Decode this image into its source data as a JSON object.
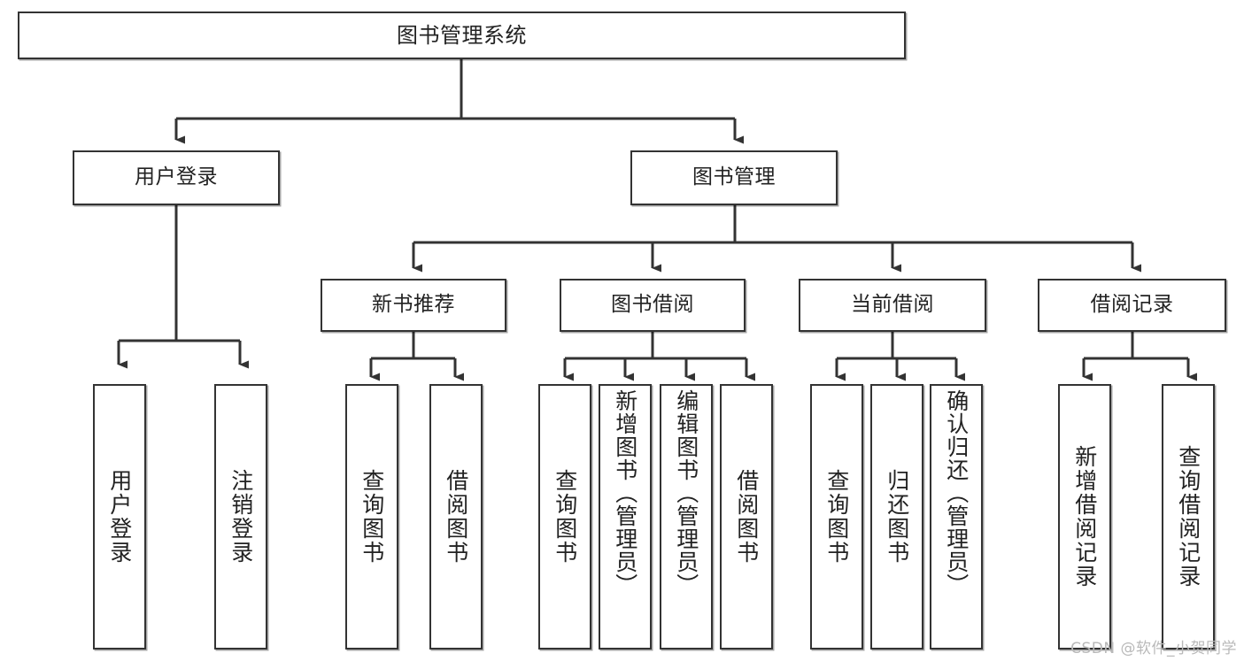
{
  "diagram": {
    "title": "图书管理系统",
    "type": "tree-hierarchy",
    "watermark": "CSDN @软件_小贺同学",
    "edge_color": "#333333",
    "node_border_color": "#333333",
    "node_fill_color": "#ffffff",
    "text_color": "#222222"
  },
  "nodes": {
    "root": {
      "label": "图书管理系统"
    },
    "level2": [
      {
        "label": "用户登录"
      },
      {
        "label": "图书管理"
      }
    ],
    "level3": [
      {
        "label": "新书推荐"
      },
      {
        "label": "图书借阅"
      },
      {
        "label": "当前借阅"
      },
      {
        "label": "借阅记录"
      }
    ],
    "leaves_user_login": [
      {
        "label": "用户登录"
      },
      {
        "label": "注销登录"
      }
    ],
    "leaves_new_books": [
      {
        "label": "查询图书"
      },
      {
        "label": "借阅图书"
      }
    ],
    "leaves_borrow": [
      {
        "label": "查询图书"
      },
      {
        "label": "新增图书（管理员）"
      },
      {
        "label": "编辑图书（管理员）"
      },
      {
        "label": "借阅图书"
      }
    ],
    "leaves_current": [
      {
        "label": "查询图书"
      },
      {
        "label": "归还图书"
      },
      {
        "label": "确认归还（管理员）"
      }
    ],
    "leaves_records": [
      {
        "label": "新增借阅记录"
      },
      {
        "label": "查询借阅记录"
      }
    ]
  }
}
